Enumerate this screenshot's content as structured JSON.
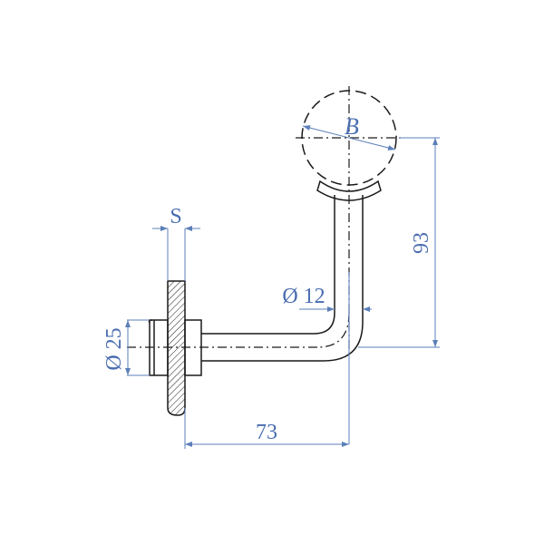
{
  "drawing": {
    "type": "technical-drawing",
    "subject": "handrail bracket with wall flange",
    "dimensions": {
      "ball_diameter_label": "B",
      "flange_thickness_label": "S",
      "flange_boss_diameter_label": "Ø 25",
      "tube_diameter_label": "Ø 12",
      "height_label": "93",
      "projection_label": "73"
    },
    "colors": {
      "outline": "#1a1a1a",
      "dimension": "#4a6db0",
      "background": "#ffffff"
    }
  }
}
